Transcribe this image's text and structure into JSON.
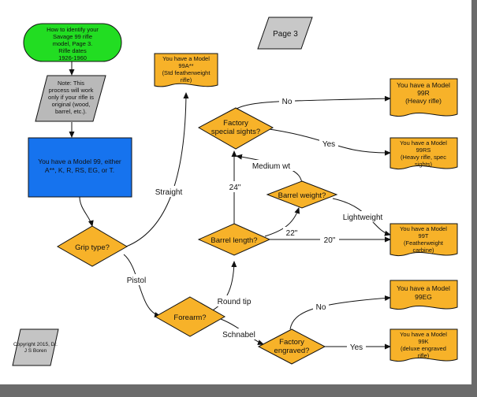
{
  "start": {
    "lines": [
      "How to identify your",
      "Savage 99 rifle",
      "model, Page 3.",
      "Rifle dates",
      "1926-1960"
    ]
  },
  "page_label": "Page 3",
  "note": {
    "lines": [
      "Note: This",
      "process will work",
      "only if your rifle is",
      "original (wood,",
      "barrel, etc.)."
    ]
  },
  "models_box": {
    "lines": [
      "You have a Model 99, either",
      "A**, K, R, RS, EG, or T."
    ]
  },
  "copyright": {
    "lines": [
      "Copyright 2015, Dr.",
      "J S Boren"
    ]
  },
  "decisions": {
    "grip": "Grip type?",
    "forearm": "Forearm?",
    "barrel_length": "Barrel length?",
    "barrel_weight": "Barrel weight?",
    "sights": {
      "lines": [
        "Factory",
        "special sights?"
      ]
    },
    "engraved": {
      "lines": [
        "Factory",
        "engraved?"
      ]
    }
  },
  "results": {
    "a": {
      "lines": [
        "You have a Model",
        "99A**",
        "(Std featherweight",
        "rifle)"
      ]
    },
    "r": {
      "lines": [
        "You have a Model",
        "99R",
        "(Heavy rifle)"
      ]
    },
    "rs": {
      "lines": [
        "You have a Model",
        "99RS",
        "(Heavy rifle, spec",
        "sights)"
      ]
    },
    "t": {
      "lines": [
        "You have a Model",
        "99T",
        "(Featherweight",
        "carbine)"
      ]
    },
    "eg": {
      "lines": [
        "You have a Model",
        "99EG"
      ]
    },
    "k": {
      "lines": [
        "You have a Model",
        "99K",
        "(deluxe engraved",
        "rifle)"
      ]
    }
  },
  "edge_labels": {
    "straight": "Straight",
    "pistol": "Pistol",
    "round_tip": "Round tip",
    "schnabel": "Schnabel",
    "len_24": "24\"",
    "len_22": "22\"",
    "len_20": "20\"",
    "medium_wt": "Medium wt",
    "lightweight": "Lightweight",
    "sights_no": "No",
    "sights_yes": "Yes",
    "eng_no": "No",
    "eng_yes": "Yes"
  },
  "colors": {
    "start_fill": "#22dd22",
    "note_fill": "#b9b9b9",
    "models_fill": "#1673ee",
    "decision_fill": "#f7b229",
    "result_fill": "#f7b229",
    "page_fill": "#c8c8c8",
    "copyright_fill": "#c4c4c4"
  }
}
